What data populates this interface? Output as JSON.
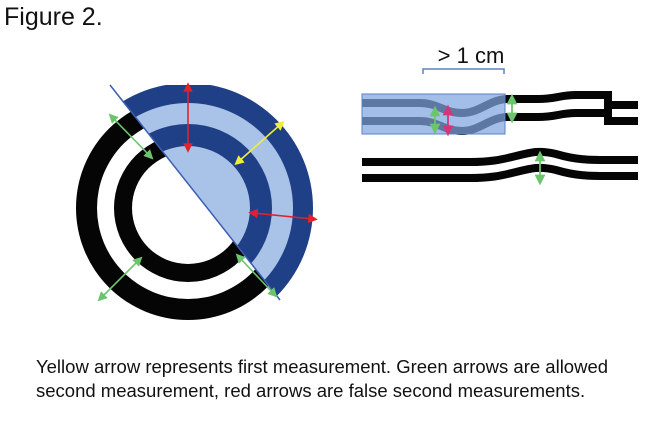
{
  "figure_title": "Figure 2.",
  "scale_label": "> 1 cm",
  "caption": "Yellow arrow represents first measurement. Green arrows are allowed second measurement, red arrows are false second measurements.",
  "colors": {
    "wall": "#050505",
    "overlay_light": "#a9c2e8",
    "overlay_dark": "#1f3f86",
    "strip_overlay": "#7fa5e0",
    "arrow_first": "#f0f030",
    "arrow_allowed": "#6cc56c",
    "arrow_false": "#e0222f",
    "arrow_small_false": "#d5367a"
  }
}
